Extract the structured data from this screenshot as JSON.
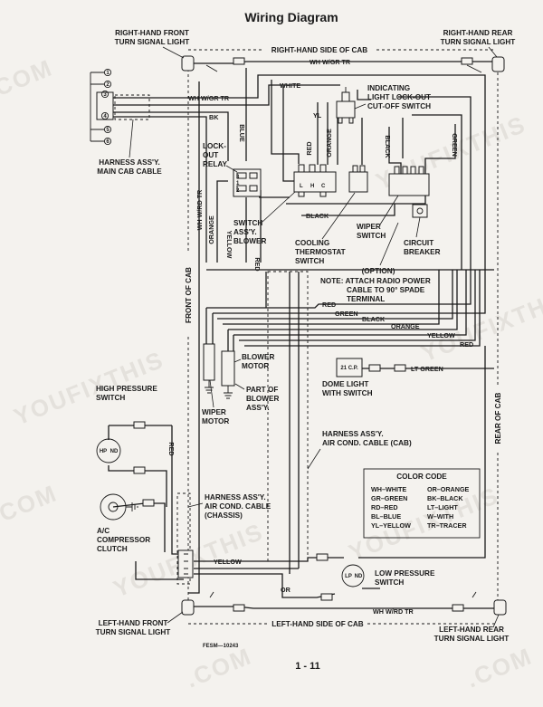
{
  "title": "Wiring Diagram",
  "page_number": "1 - 11",
  "figure_code": "FESM—10243",
  "watermarks": [
    "YOUFIXTHIS",
    ".COM"
  ],
  "components": {
    "rh_front_turn": [
      "RIGHT-HAND FRONT",
      "TURN SIGNAL LIGHT"
    ],
    "rh_rear_turn": [
      "RIGHT-HAND REAR",
      "TURN SIGNAL LIGHT"
    ],
    "lh_front_turn": [
      "LEFT-HAND FRONT",
      "TURN SIGNAL LIGHT"
    ],
    "lh_rear_turn": [
      "LEFT-HAND REAR",
      "TURN SIGNAL LIGHT"
    ],
    "rh_side": "RIGHT-HAND SIDE OF CAB",
    "lh_side": "LEFT-HAND SIDE OF CAB",
    "front_of_cab": "FRONT OF CAB",
    "rear_of_cab": "REAR OF CAB",
    "main_harness": [
      "HARNESS ASS'Y.",
      "MAIN CAB CABLE"
    ],
    "lockout_relay": [
      "LOCK-",
      "OUT",
      "RELAY"
    ],
    "indicating_light": [
      "INDICATING",
      "LIGHT LOCK-OUT",
      "CUT-OFF SWITCH"
    ],
    "switch_blower": [
      "SWITCH",
      "ASS'Y.",
      "BLOWER"
    ],
    "cooling_thermostat": [
      "COOLING",
      "THERMOSTAT",
      "SWITCH"
    ],
    "wiper_switch": [
      "WIPER",
      "SWITCH"
    ],
    "circuit_breaker": [
      "CIRCUIT",
      "BREAKER"
    ],
    "radio_note": [
      "(OPTION)",
      "NOTE: ATTACH RADIO POWER",
      "CABLE TO 90° SPADE",
      "TERMINAL"
    ],
    "blower_motor": [
      "BLOWER",
      "MOTOR"
    ],
    "part_of_blower": [
      "PART OF",
      "BLOWER",
      "ASS'Y."
    ],
    "wiper_motor": [
      "WIPER",
      "MOTOR"
    ],
    "dome_light": [
      "DOME LIGHT",
      "WITH SWITCH"
    ],
    "high_pressure": [
      "HIGH PRESSURE",
      "SWITCH"
    ],
    "ac_compressor": [
      "A/C",
      "COMPRESSOR",
      "CLUTCH"
    ],
    "ac_cable_chassis": [
      "HARNESS ASS'Y.",
      "AIR COND. CABLE",
      "(CHASSIS)"
    ],
    "ac_cable_cab": [
      "HARNESS ASS'Y.",
      "AIR COND. CABLE (CAB)"
    ],
    "low_pressure": [
      "LOW PRESSURE",
      "SWITCH"
    ]
  },
  "wire_labels": {
    "wh_wgr_tr": "WH W/GR TR",
    "wh_wrd_tr": "WH W/RD TR",
    "white": "WHITE",
    "bk": "BK",
    "blue": "BLUE",
    "yl": "YL",
    "red": "RED",
    "orange": "ORANGE",
    "black": "BLACK",
    "green": "GREEN",
    "yellow": "YELLOW",
    "lt_green": "LT GREEN",
    "or": "OR"
  },
  "terminal_numbers": [
    "1",
    "2",
    "3",
    "4",
    "5",
    "6"
  ],
  "small_marks": {
    "hp": "HP",
    "nd": "ND",
    "lp": "LP",
    "dome_box": "21 C.P.",
    "relay_pins": [
      "3",
      "1",
      "2"
    ],
    "switch_pins": [
      "L",
      "H",
      "C"
    ]
  },
  "color_code": {
    "title": "COLOR CODE",
    "left": [
      "WH–WHITE",
      "GR–GREEN",
      "RD–RED",
      "BL–BLUE",
      "YL–YELLOW"
    ],
    "right": [
      "OR–ORANGE",
      "BK–BLACK",
      "LT–LIGHT",
      "W–WITH",
      "TR–TRACER"
    ]
  }
}
